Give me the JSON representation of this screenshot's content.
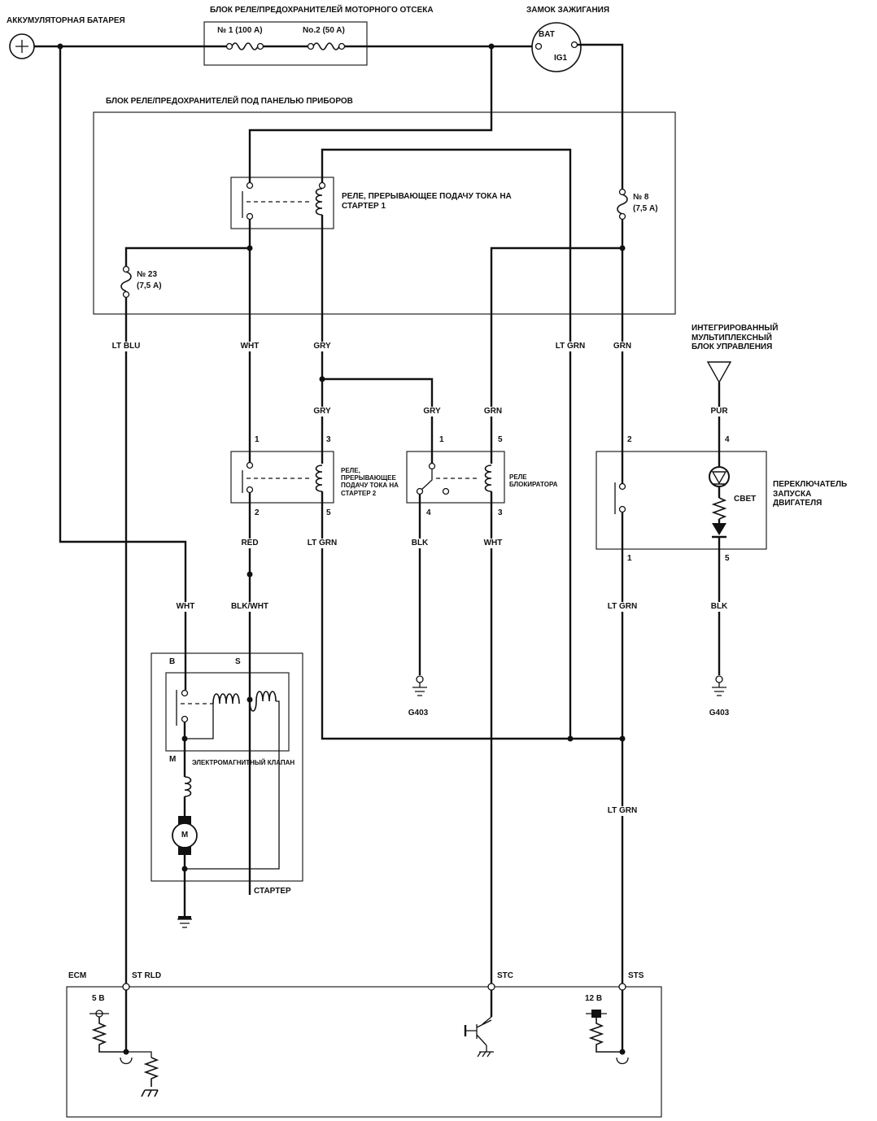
{
  "battery": {
    "label": "АККУМУЛЯТОРНАЯ БАТАРЕЯ"
  },
  "engine_fuse_box": {
    "label": "БЛОК РЕЛЕ/ПРЕДОХРАНИТЕЛЕЙ МОТОРНОГО ОТСЕКА",
    "fuse1": "№ 1 (100 А)",
    "fuse2": "No.2 (50 A)"
  },
  "ignition": {
    "label": "ЗАМОК ЗАЖИГАНИЯ",
    "bat": "BAT",
    "ig1": "IG1"
  },
  "dash_fuse_box": {
    "label": "БЛОК РЕЛЕ/ПРЕДОХРАНИТЕЛЕЙ ПОД ПАНЕЛЬЮ ПРИБОРОВ",
    "relay1": "РЕЛЕ, ПРЕРЫВАЮЩЕЕ ПОДАЧУ ТОКА НА СТАРТЕР 1",
    "fuse8_num": "№ 8",
    "fuse8_rating": "(7,5 А)",
    "fuse23_num": "№ 23",
    "fuse23_rating": "(7,5 А)"
  },
  "wires": {
    "lt_blu": "LT BLU",
    "wht": "WHT",
    "gry": "GRY",
    "lt_grn": "LT GRN",
    "grn": "GRN",
    "red": "RED",
    "blk": "BLK",
    "blk_wht": "BLK/WHT",
    "pur": "PUR"
  },
  "relay2": {
    "label": "РЕЛЕ, ПРЕРЫВАЮЩЕЕ ПОДАЧУ ТОКА НА СТАРТЕР 2",
    "p1": "1",
    "p2": "2",
    "p3": "3",
    "p5": "5"
  },
  "lockout": {
    "label": "РЕЛЕ БЛОКИРАТОРА",
    "p1": "1",
    "p3": "3",
    "p4": "4",
    "p5": "5"
  },
  "multiplex": {
    "label": "ИНТЕГРИРОВАННЫЙ МУЛЬТИПЛЕКСНЫЙ БЛОК УПРАВЛЕНИЯ"
  },
  "start_switch": {
    "label": "ПЕРЕКЛЮЧАТЕЛЬ ЗАПУСКА ДВИГАТЕЛЯ",
    "light": "СВЕТ",
    "p1": "1",
    "p2": "2",
    "p4": "4",
    "p5": "5"
  },
  "starter": {
    "label": "СТАРТЕР",
    "b": "B",
    "s": "S",
    "m": "M",
    "solenoid": "ЭЛЕКТРОМАГНИТНЫЙ КЛАПАН",
    "motor": "M"
  },
  "grounds": {
    "g1": "G403",
    "g2": "G403"
  },
  "ecm": {
    "label": "ECM",
    "st_rld": "ST RLD",
    "stc": "STC",
    "sts": "STS",
    "v5": "5 В",
    "v12": "12 В"
  }
}
